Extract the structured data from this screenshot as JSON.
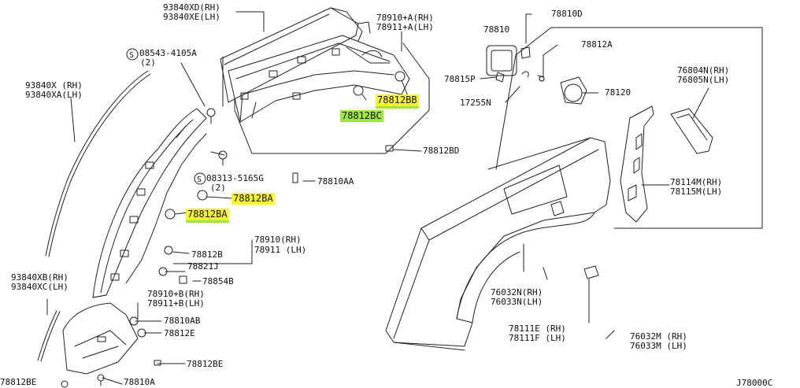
{
  "labels": {
    "p93840xd": "93840XD(RH)",
    "p93840xe": "93840XE(LH)",
    "p78910a": "78910+A(RH)",
    "p78911a": "78911+A(LH)",
    "p78810d": "78810D",
    "p78810": "78810",
    "p78812a": "78812A",
    "p08543": "08543-4105A",
    "p08543q": "(2)",
    "p93840x": "93840X (RH)",
    "p93840xa": "93840XA(LH)",
    "p78815p": "78815P",
    "p17255n": "17255N",
    "p78120": "78120",
    "p76804n": "76804N(RH)",
    "p76805n": "76805N(LH)",
    "p78812bd": "78812BD",
    "p08313": "08313-5165G",
    "p08313q": "(2)",
    "p78810aa": "78810AA",
    "p78114m": "78114M(RH)",
    "p78115m": "78115M(LH)",
    "p78910": "78910(RH)",
    "p78911": "78911 (LH)",
    "p78812b": "78812B",
    "p78821j": "78821J",
    "p78854b": "78854B",
    "p93840xb": "93840XB(RH)",
    "p93840xc": "93840XC(LH)",
    "p78910b": "78910+B(RH)",
    "p78911b": "78911+B(LH)",
    "p78810ab": "78810AB",
    "p78812e": "78812E",
    "p78812be": "78812BE",
    "p78812be2": "78812BE",
    "p78810a": "78810A",
    "p76032n": "76032N(RH)",
    "p76033n": "76033N(LH)",
    "p78111e": "78111E (RH)",
    "p78111f": "78111F (LH)",
    "p76032m": "76032M (RH)",
    "p76033m": "76033M (LH)",
    "pcode": "J78000C"
  },
  "highlights": {
    "p78812bb": "78812BB",
    "p78812bc": "78812BC",
    "p78812ba1": "78812BA",
    "p78812ba2": "78812BA"
  },
  "colors": {
    "line": "#222222",
    "highlight_yellow": "#f6f62a",
    "highlight_green": "#9ee83c"
  }
}
